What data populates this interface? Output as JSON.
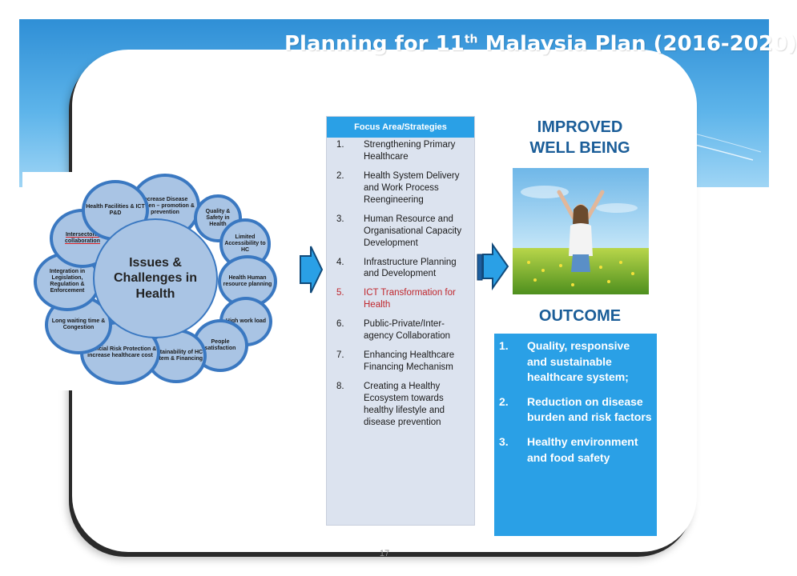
{
  "title": {
    "text": "Planning for 11",
    "sup": "th",
    "rest": " Malaysia Plan (2016-2020)"
  },
  "issues": {
    "center": "Issues & Challenges in Health",
    "items": [
      "Increase Disease Burden – promotion & prevention",
      "Quality & Safety in Health",
      "Limited Accessibility to HC",
      "Health Human resource planning",
      "High work load",
      "People satisfaction",
      "Sustainability of HC system & Financing",
      "Financial Risk Protection & increase healthcare cost",
      "Long waiting time & Congestion",
      "Integration in Legislation, Regulation & Enforcement",
      "Intersectoral collaboration",
      "Health Facilities & ICT P&D"
    ]
  },
  "focus": {
    "header": "Focus Area/Strategies",
    "items": [
      {
        "num": "1.",
        "text": "Strengthening Primary Healthcare",
        "highlight": false
      },
      {
        "num": "2.",
        "text": "Health System Delivery and Work Process Reengineering",
        "highlight": false
      },
      {
        "num": "3.",
        "text": "Human Resource and Organisational Capacity Development",
        "highlight": false
      },
      {
        "num": "4.",
        "text": " Infrastructure Planning and Development",
        "highlight": false
      },
      {
        "num": "5.",
        "text": "ICT Transformation for Health",
        "highlight": true
      },
      {
        "num": "6.",
        "text": "Public-Private/Inter-agency Collaboration",
        "highlight": false
      },
      {
        "num": "7.",
        "text": "Enhancing Healthcare Financing Mechanism",
        "highlight": false
      },
      {
        "num": "8.",
        "text": "Creating a Healthy Ecosystem towards healthy lifestyle and disease prevention",
        "highlight": false
      }
    ]
  },
  "improved": {
    "line1": "IMPROVED",
    "line2": "WELL BEING"
  },
  "outcome": {
    "label": "OUTCOME",
    "items": [
      {
        "num": "1.",
        "text": "Quality, responsive and sustainable healthcare system;"
      },
      {
        "num": "2.",
        "text": "Reduction on disease burden and risk factors"
      },
      {
        "num": "3.",
        "text": "Healthy environment and food safety"
      }
    ]
  },
  "page_number": "17",
  "colors": {
    "accent_blue": "#2aa0e6",
    "bubble_fill": "#a9c4e4",
    "bubble_border": "#3a78c1",
    "highlight_red": "#c0272d",
    "heading_blue": "#1a5d98"
  }
}
